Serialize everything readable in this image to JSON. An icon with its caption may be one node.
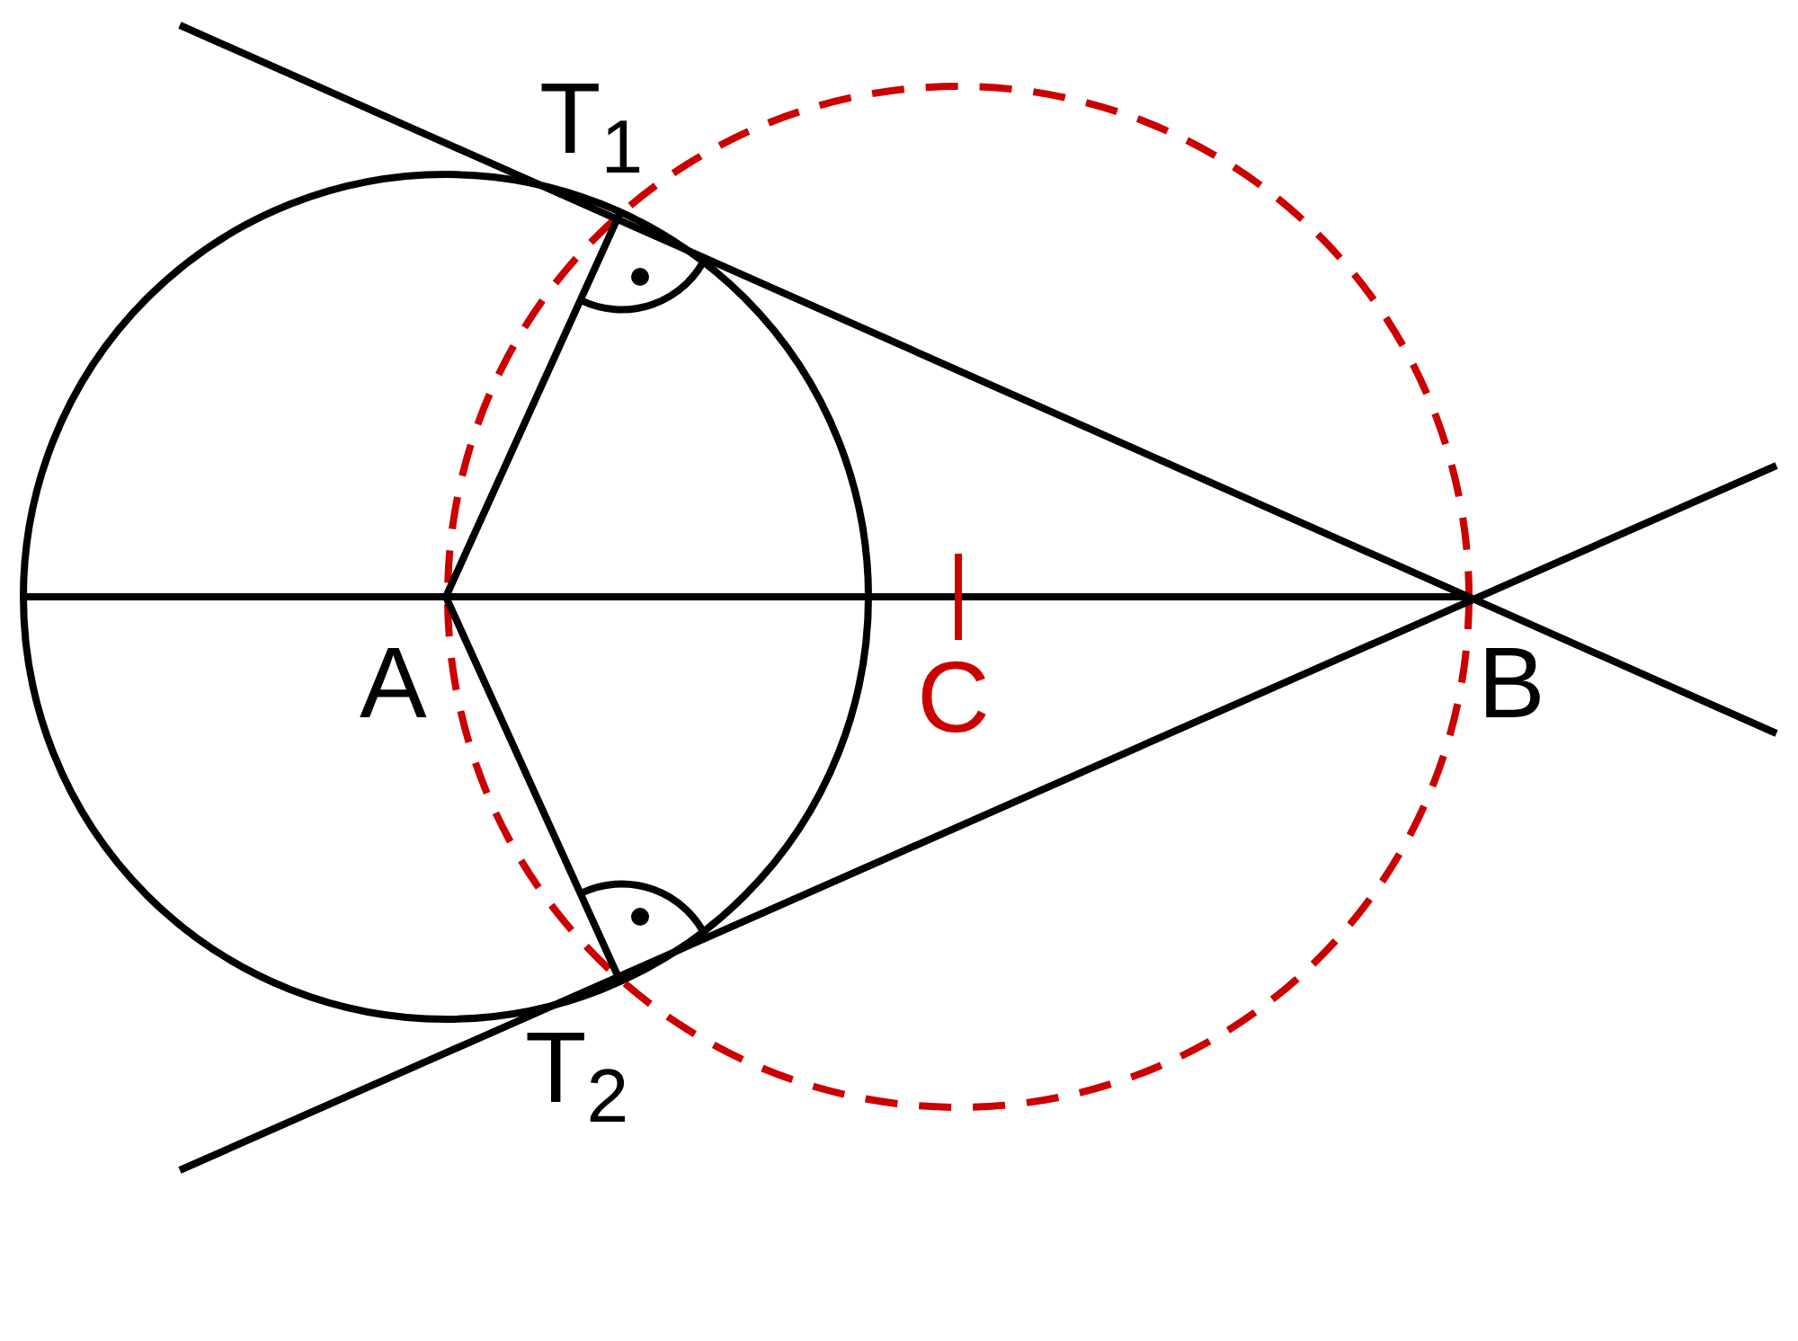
{
  "diagram": {
    "labels": [
      "T$_{1}$",
      "A",
      "C",
      "B",
      "T$_{2}$"
    ]
  }
}
